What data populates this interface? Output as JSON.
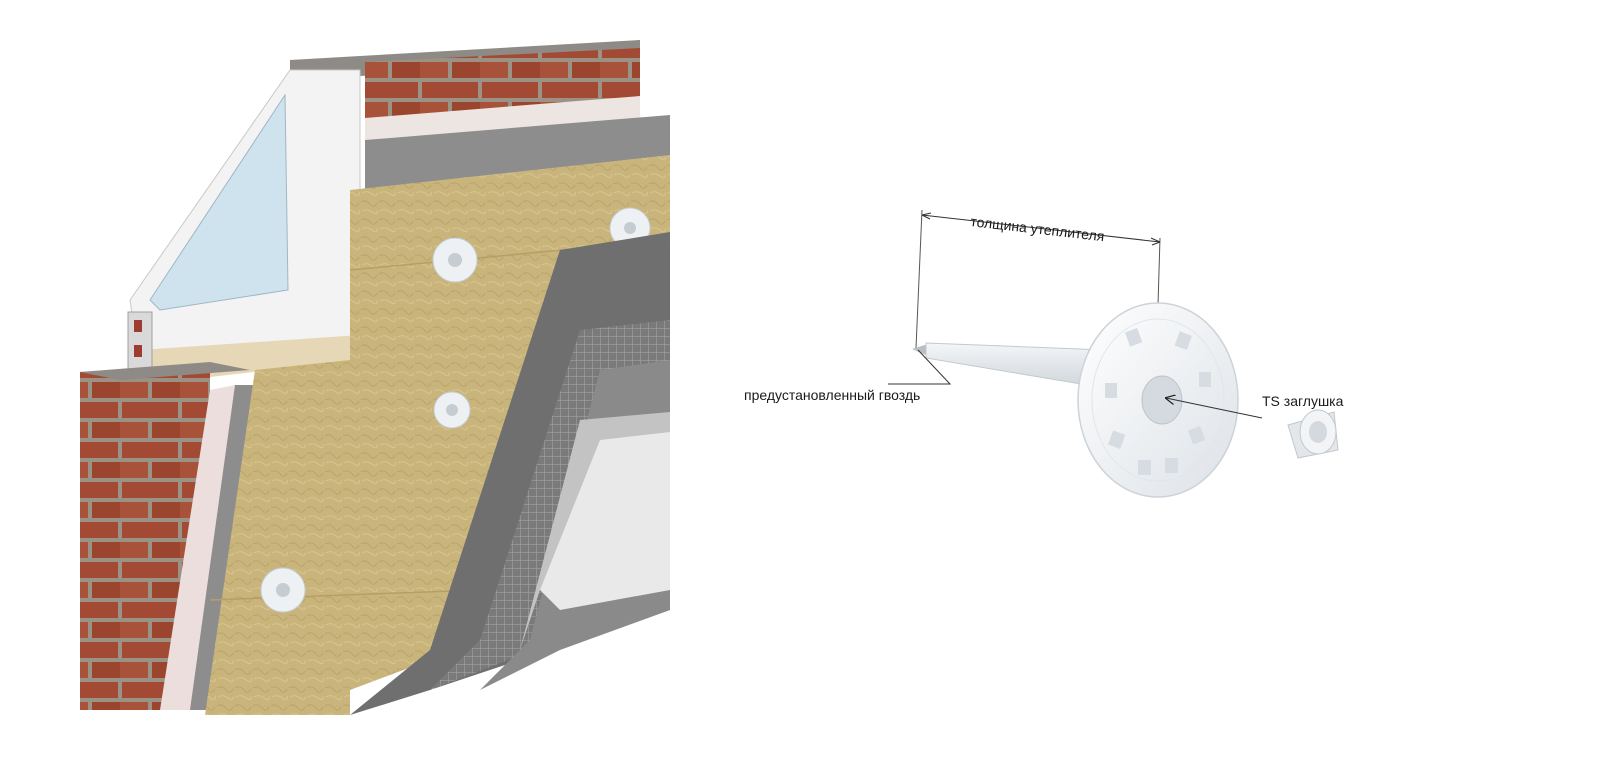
{
  "labels": {
    "insulation_thickness": "толщина утеплителя",
    "preinstalled_nail": "предустановленный гвоздь",
    "ts_plug": "TS заглушка"
  },
  "colors": {
    "brick": "#a24a33",
    "mortar": "#9c9185",
    "concrete": "#8d8d8d",
    "mineral_wool": "#c9b57c",
    "plaster_grey": "#6f6f6f",
    "finish_plaster": "#e9e9e9",
    "dowel_plastic": "#eef1f4",
    "window_frame": "#f3f3f3",
    "glass": "#cfe3ef"
  }
}
